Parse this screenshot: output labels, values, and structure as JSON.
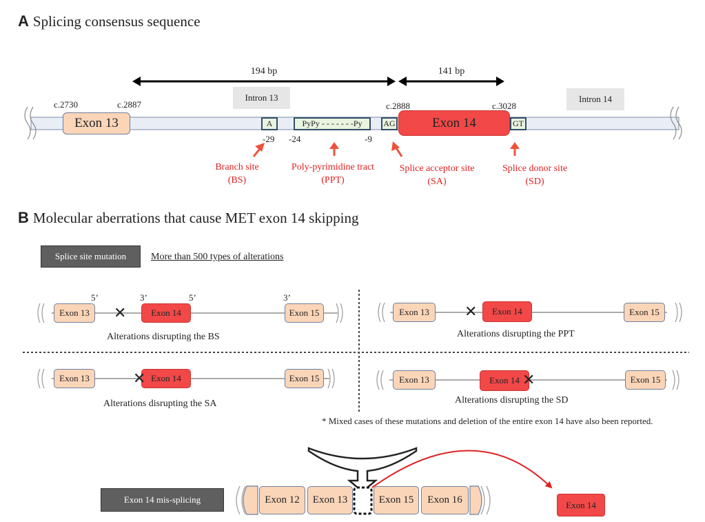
{
  "section_a": {
    "letter": "A",
    "title": "Splicing consensus sequence"
  },
  "section_b": {
    "letter": "B",
    "title": "Molecular aberrations that cause MET exon 14 skipping"
  },
  "diagram_a": {
    "span_194": "194 bp",
    "span_141": "141 bp",
    "intron13": "Intron 13",
    "intron14": "Intron 14",
    "c2730": "c.2730",
    "c2887": "c.2887",
    "c2888": "c.2888",
    "c3028": "c.3028",
    "exon13": "Exon 13",
    "exon14": "Exon 14",
    "branch_a": "A",
    "ppt_seq": "PyPy - - - - - - -Py",
    "ag": "AG",
    "gt": "GT",
    "pos_m29": "-29",
    "pos_m24": "-24",
    "pos_m9": "-9",
    "bs_label": "Branch site",
    "bs_abbr": "(BS)",
    "ppt_label": "Poly-pyrimidine tract",
    "ppt_abbr": "(PPT)",
    "sa_label": "Splice acceptor site",
    "sa_abbr": "(SA)",
    "sd_label": "Splice donor site",
    "sd_abbr": "(SD)"
  },
  "diagram_b": {
    "splice_mutation": "Splice site mutation",
    "more_than": "More than 500 types of alterations",
    "exon13": "Exon 13",
    "exon14": "Exon 14",
    "exon15": "Exon 15",
    "exon12": "Exon 12",
    "exon16": "Exon 16",
    "five_prime": "5’",
    "three_prime": "3’",
    "x_mark": "✕",
    "bs_caption": "Alterations disrupting the BS",
    "ppt_caption": "Alterations disrupting the PPT",
    "sa_caption": "Alterations disrupting the SA",
    "sd_caption": "Alterations disrupting the SD",
    "footnote": "* Mixed cases of these mutations and deletion of the entire exon 14 have also been reported.",
    "missplicing": "Exon 14 mis-splicing"
  },
  "colors": {
    "red_exon": "#f24848",
    "peach_exon": "#fbd5b8",
    "annotation_red": "#e02020",
    "dark_box": "#5f5f5f"
  }
}
